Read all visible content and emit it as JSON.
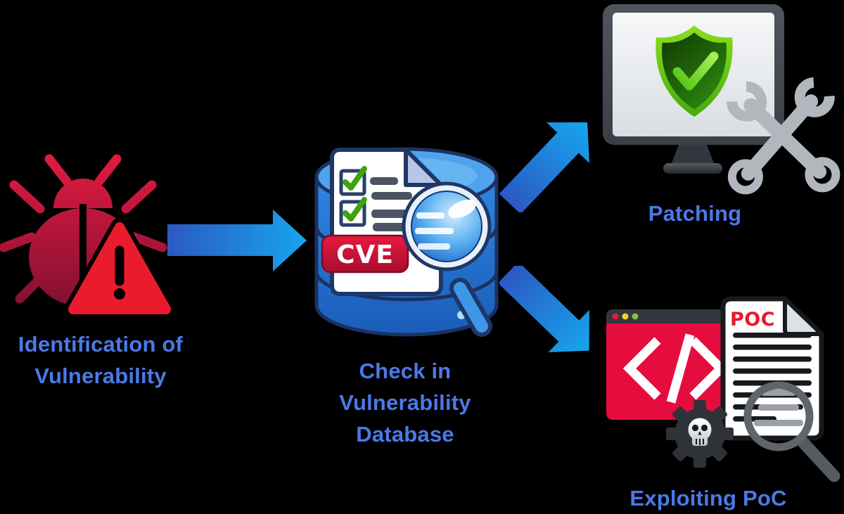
{
  "diagram": {
    "background": "#000000",
    "labels": {
      "identification": "Identification of Vulnerability",
      "check": "Check in Vulnerability Database",
      "patching": "Patching",
      "exploiting": "Exploiting PoC"
    },
    "badges": {
      "cve": "CVE",
      "poc": "POC"
    },
    "icons": [
      {
        "name": "bug-icon"
      },
      {
        "name": "warning-triangle-icon"
      },
      {
        "name": "arrow-right-icon"
      },
      {
        "name": "cve-database-icon"
      },
      {
        "name": "document-checklist-icon"
      },
      {
        "name": "magnifier-blue-icon"
      },
      {
        "name": "arrow-up-right-icon"
      },
      {
        "name": "arrow-down-right-icon"
      },
      {
        "name": "monitor-icon"
      },
      {
        "name": "shield-check-icon"
      },
      {
        "name": "crossed-wrenches-icon"
      },
      {
        "name": "code-window-icon",
        "glyph": "</>"
      },
      {
        "name": "poc-document-icon"
      },
      {
        "name": "skull-gear-icon"
      },
      {
        "name": "magnifier-gray-icon"
      }
    ],
    "colors": {
      "label_blue": "#4b79e8",
      "arrow_gradient_start": "#2b59c3",
      "arrow_gradient_end": "#16a6ee",
      "bug_red_top": "#e31b40",
      "bug_red_bottom": "#7d1030",
      "warning_red": "#ea1b2d",
      "database_blue": "#2e86e4",
      "shield_green_rim": "#8adf1f",
      "shield_green_dark": "#133f05",
      "browser_red": "#e50c3e",
      "titlebar_gray": "#33373d",
      "poc_red": "#e8192c"
    }
  }
}
